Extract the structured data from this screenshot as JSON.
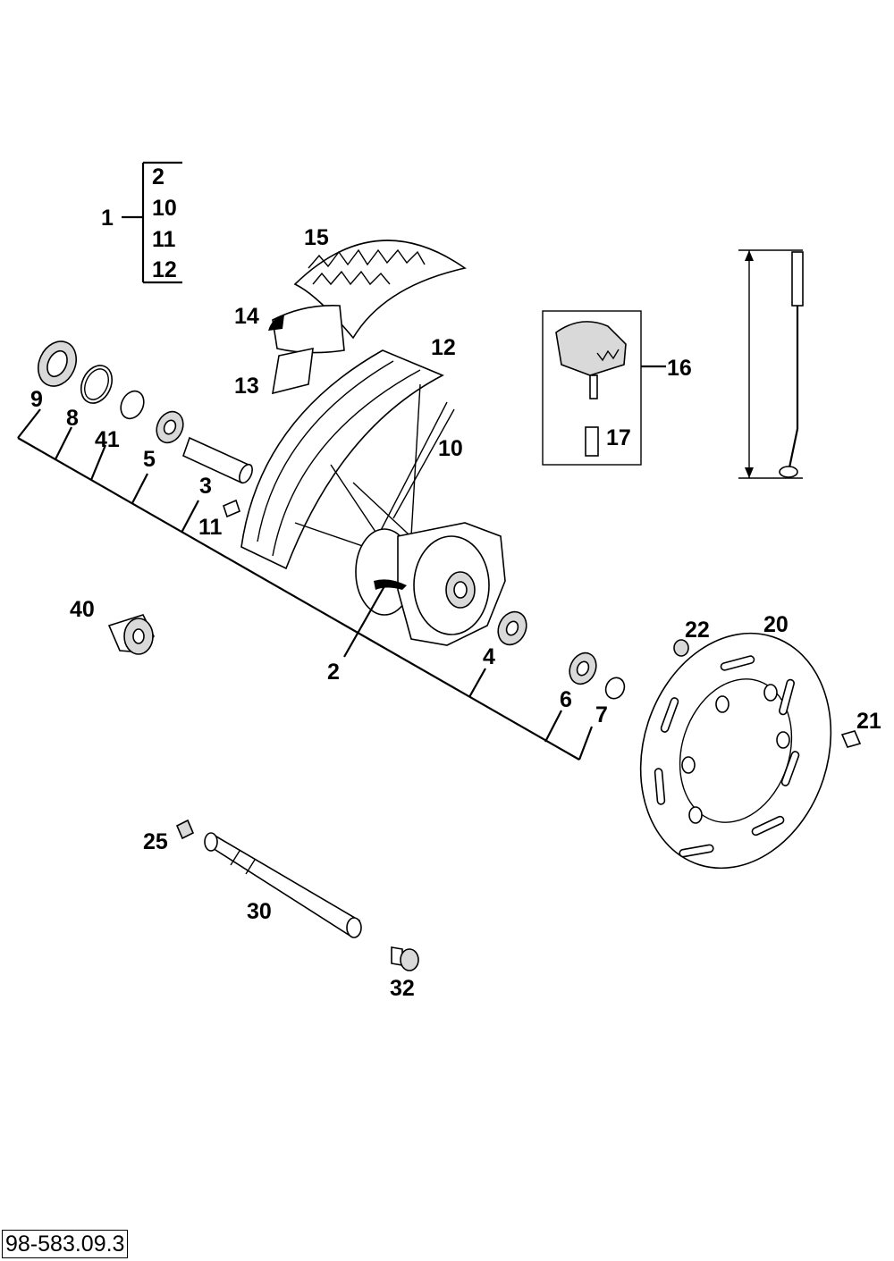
{
  "reference_number": "98-583.09.3",
  "assembly": {
    "label": "1",
    "includes": [
      "2",
      "10",
      "11",
      "12"
    ]
  },
  "callouts": {
    "c2": "2",
    "c3": "3",
    "c4": "4",
    "c5": "5",
    "c6": "6",
    "c7": "7",
    "c8": "8",
    "c9": "9",
    "c10": "10",
    "c11": "11",
    "c12": "12",
    "c13": "13",
    "c14": "14",
    "c15": "15",
    "c16": "16",
    "c17": "17",
    "c20": "20",
    "c21": "21",
    "c22": "22",
    "c25": "25",
    "c30": "30",
    "c32": "32",
    "c40": "40",
    "c41": "41"
  }
}
